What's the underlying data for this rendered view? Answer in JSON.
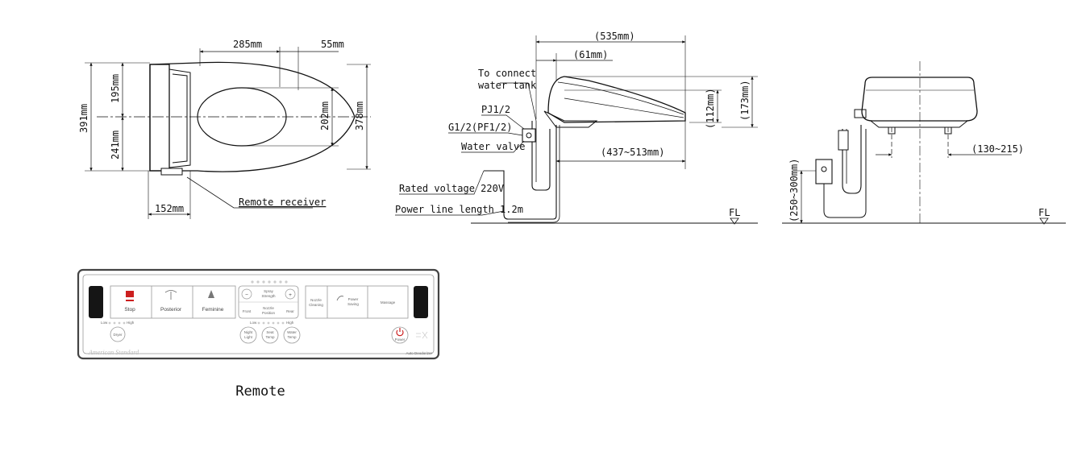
{
  "top_view": {
    "dim_285": "285mm",
    "dim_55": "55mm",
    "dim_391": "391mm",
    "dim_195": "195mm",
    "dim_241": "241mm",
    "dim_202": "202mm",
    "dim_378": "378mm",
    "dim_152": "152mm",
    "remote_receiver": "Remote receiver"
  },
  "side_view": {
    "dim_535": "(535mm)",
    "dim_61": "(61mm)",
    "connect_water_tank_line1": "To connect",
    "connect_water_tank_line2": "water tank",
    "pj": "PJ1/2",
    "g_thread": "G1/2(PF1/2)",
    "water_valve": "Water valve",
    "dim_112": "(112mm)",
    "dim_173": "(173mm)",
    "dim_437_513": "(437~513mm)",
    "rated_voltage": "Rated voltage 220V",
    "power_line": "Power line length 1.2m",
    "fl": "FL"
  },
  "rear_view": {
    "dim_130_215": "(130~215)",
    "dim_250_300": "(250~300mm)",
    "fl": "FL"
  },
  "remote": {
    "caption": "Remote",
    "stop": "Stop",
    "posterior": "Posterior",
    "feminine": "Feminine",
    "spray_line1": "Spray",
    "spray_line2": "Strength",
    "minus": "−",
    "plus": "+",
    "front": "Front",
    "rear": "Rear",
    "nozzle_pos_line1": "Nozzle",
    "nozzle_pos_line2": "Position",
    "nozzle_clean_line1": "Nozzle",
    "nozzle_clean_line2": "Cleaning",
    "power_saving_line1": "Power",
    "power_saving_line2": "Saving",
    "massage": "Massage",
    "dryer": "Dryer",
    "low": "Low",
    "high": "High",
    "night_line1": "Night",
    "night_line2": "Light",
    "seat_line1": "Seat",
    "seat_line2": "Temp",
    "water_line1": "Water",
    "water_line2": "Temp",
    "power": "Power",
    "brand": "American Standard",
    "auto_deodorizer": "Auto Deodorizer"
  },
  "colors": {
    "line": "#111111",
    "remote_frame": "#555555",
    "stop_red": "#cc1f1f",
    "sensor_black": "#151515"
  }
}
